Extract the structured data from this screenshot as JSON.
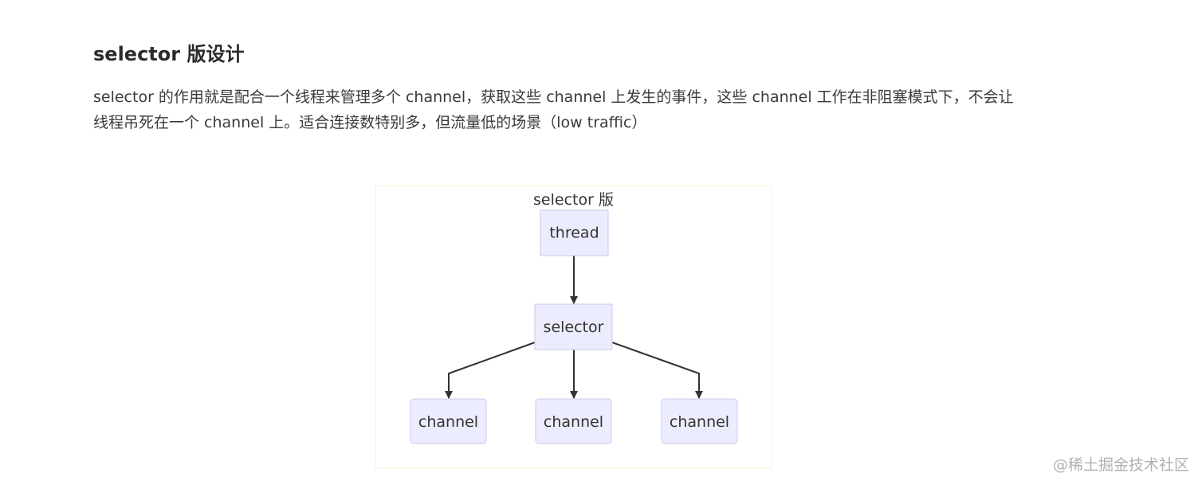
{
  "section": {
    "title": "selector 版设计",
    "paragraph_lines": [
      "selector 的作用就是配合一个线程来管理多个 channel，获取这些 channel 上发生的事件，这些 channel 工作在非阻塞模式下，不会让",
      "线程吊死在一个 channel 上。适合连接数特别多，但流量低的场景（low traffic）"
    ]
  },
  "diagram": {
    "group_title": "selector 版",
    "nodes": {
      "thread": "thread",
      "selector": "selector",
      "channel_1": "channel",
      "channel_2": "channel",
      "channel_3": "channel"
    },
    "edges": [
      {
        "from": "thread",
        "to": "selector"
      },
      {
        "from": "selector",
        "to": "channel_1"
      },
      {
        "from": "selector",
        "to": "channel_2"
      },
      {
        "from": "selector",
        "to": "channel_3"
      }
    ],
    "colors": {
      "node_fill": "#ECECFF",
      "node_border": "#c9c9ef",
      "group_border": "#f3f3d8",
      "edge": "#333333"
    }
  },
  "watermark": "@稀土掘金技术社区"
}
